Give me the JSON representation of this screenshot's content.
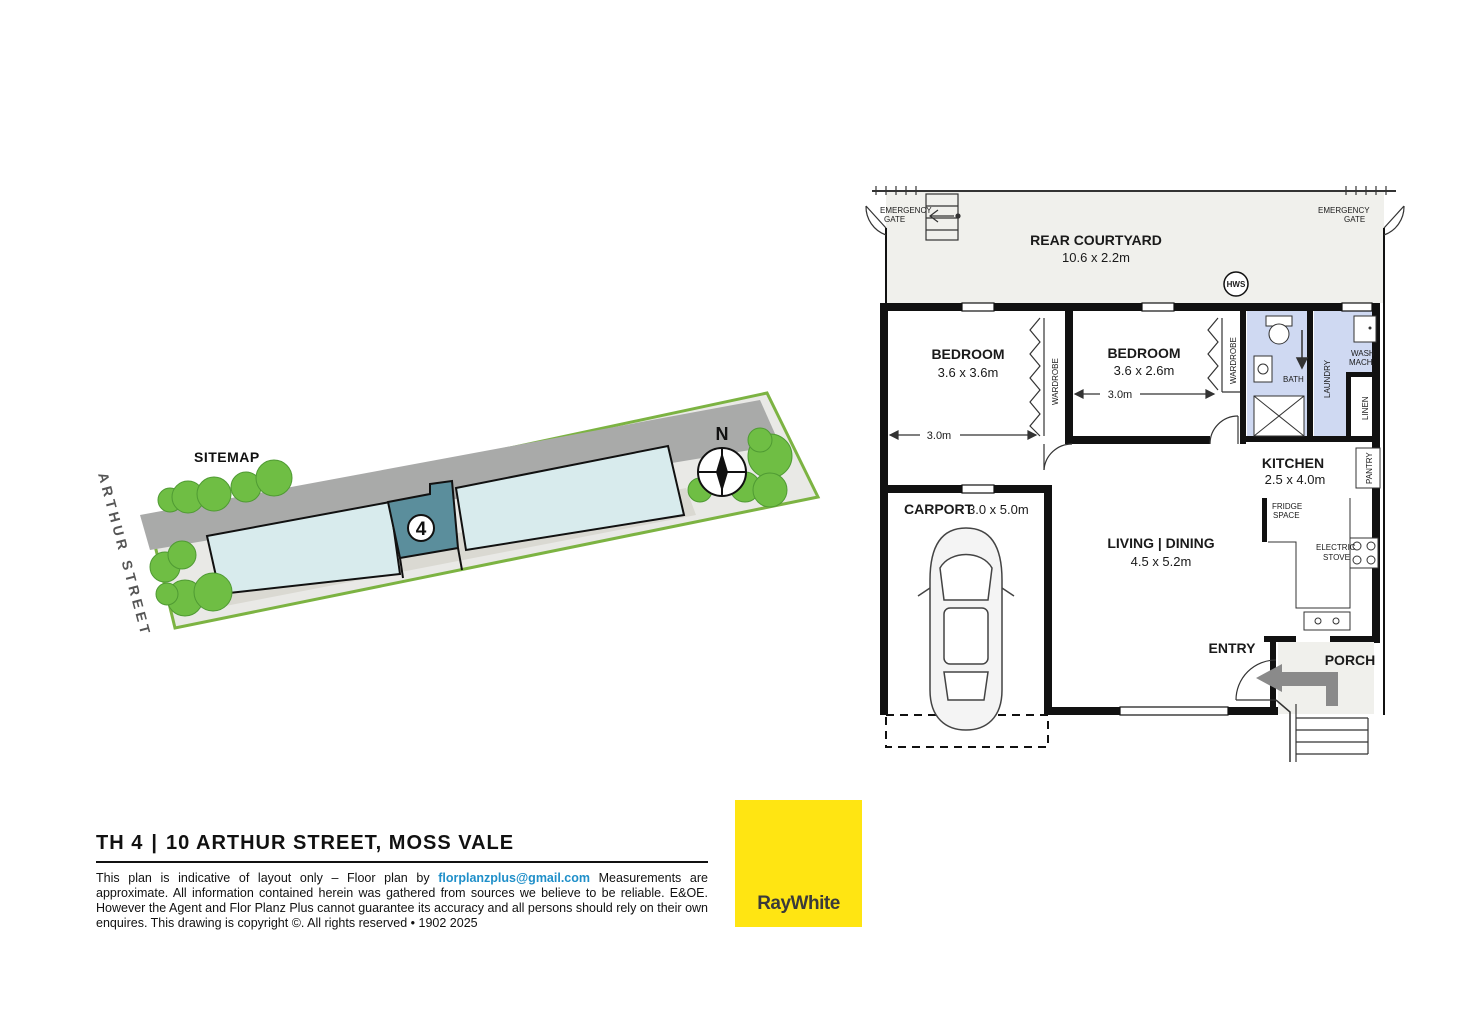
{
  "title": {
    "unit": "TH 4",
    "separator": "|",
    "address": "10 ARTHUR STREET, MOSS VALE"
  },
  "disclaimer": {
    "part1": "This plan is indicative of layout only  –  Floor plan by ",
    "email": "florplanzplus@gmail.com",
    "part2": " Measurements are approximate. All information contained herein was gathered from sources we believe to be reliable. E&OE. However the Agent and Flor Planz Plus cannot guarantee its accuracy and all persons should rely on their own enquires.  This drawing is copyright ©. All rights reserved   • 1902 2025"
  },
  "logo": {
    "text": "RayWhite",
    "color": "#ffe512"
  },
  "sitemap": {
    "label": "SITEMAP",
    "street": "ARTHUR STREET",
    "north": "N",
    "unit_number": "4",
    "highlight_color": "#5b8e9c"
  },
  "floorplan": {
    "rear_courtyard": {
      "name": "REAR COURTYARD",
      "dims": "10.6 x 2.2m"
    },
    "emergency_gate_left": [
      "EMERGENCY",
      "GATE"
    ],
    "emergency_gate_right": [
      "EMERGENCY",
      "GATE"
    ],
    "hws": "HWS",
    "bedroom1": {
      "name": "BEDROOM",
      "dims": "3.6 x 3.6m",
      "width": "3.0m"
    },
    "bedroom2": {
      "name": "BEDROOM",
      "dims": "3.6 x 2.6m",
      "width": "3.0m"
    },
    "wardrobe": "WARDROBE",
    "bath": "BATH",
    "laundry": "LAUNDRY",
    "wash_machine": [
      "WASH",
      "MACH."
    ],
    "linen": "LINEN",
    "kitchen": {
      "name": "KITCHEN",
      "dims": "2.5 x 4.0m"
    },
    "pantry": "PANTRY",
    "fridge_space": [
      "FRIDGE",
      "SPACE"
    ],
    "electric_stove": [
      "ELECTRIC",
      "STOVE"
    ],
    "carport": {
      "label": "CARPORT",
      "dims": "3.0 x 5.0m"
    },
    "living_dining": {
      "name": "LIVING | DINING",
      "dims": "4.5 x 5.2m"
    },
    "entry": "ENTRY",
    "porch": "PORCH"
  }
}
